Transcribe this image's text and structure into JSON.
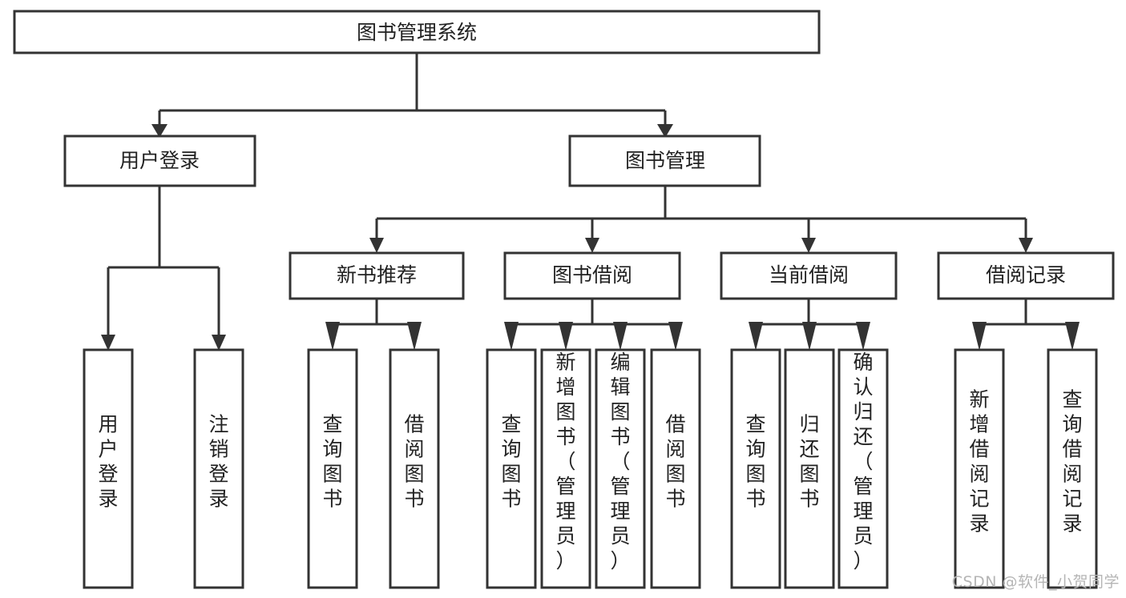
{
  "diagram": {
    "title": "图书管理系统",
    "type": "hierarchy-tree",
    "watermark": "CSDN @软件_小贺同学",
    "colors": {
      "stroke": "#333333",
      "fill": "#ffffff",
      "text": "#222222",
      "watermark": "#b5b5b5"
    },
    "levels": [
      {
        "level": 1,
        "nodes": [
          {
            "id": "root",
            "label": "图书管理系统",
            "orientation": "horizontal"
          }
        ]
      },
      {
        "level": 2,
        "nodes": [
          {
            "id": "login",
            "label": "用户登录",
            "orientation": "horizontal",
            "parent": "root"
          },
          {
            "id": "bookmgmt",
            "label": "图书管理",
            "orientation": "horizontal",
            "parent": "root"
          }
        ]
      },
      {
        "level": 3,
        "nodes": [
          {
            "id": "newbook",
            "label": "新书推荐",
            "orientation": "horizontal",
            "parent": "bookmgmt"
          },
          {
            "id": "borrow",
            "label": "图书借阅",
            "orientation": "horizontal",
            "parent": "bookmgmt"
          },
          {
            "id": "current",
            "label": "当前借阅",
            "orientation": "horizontal",
            "parent": "bookmgmt"
          },
          {
            "id": "records",
            "label": "借阅记录",
            "orientation": "horizontal",
            "parent": "bookmgmt"
          }
        ]
      },
      {
        "level": 4,
        "nodes": [
          {
            "id": "leaf1",
            "label": "用户登录",
            "orientation": "vertical",
            "parent": "login"
          },
          {
            "id": "leaf2",
            "label": "注销登录",
            "orientation": "vertical",
            "parent": "login"
          },
          {
            "id": "leaf3",
            "label": "查询图书",
            "orientation": "vertical",
            "parent": "newbook"
          },
          {
            "id": "leaf4",
            "label": "借阅图书",
            "orientation": "vertical",
            "parent": "newbook"
          },
          {
            "id": "leaf5",
            "label": "查询图书",
            "orientation": "vertical",
            "parent": "borrow"
          },
          {
            "id": "leaf6",
            "label": "新增图书（管理员）",
            "orientation": "vertical",
            "parent": "borrow"
          },
          {
            "id": "leaf7",
            "label": "编辑图书（管理员）",
            "orientation": "vertical",
            "parent": "borrow"
          },
          {
            "id": "leaf8",
            "label": "借阅图书",
            "orientation": "vertical",
            "parent": "borrow"
          },
          {
            "id": "leaf9",
            "label": "查询图书",
            "orientation": "vertical",
            "parent": "current"
          },
          {
            "id": "leaf10",
            "label": "归还图书",
            "orientation": "vertical",
            "parent": "current"
          },
          {
            "id": "leaf11",
            "label": "确认归还（管理员）",
            "orientation": "vertical",
            "parent": "current"
          },
          {
            "id": "leaf12",
            "label": "新增借阅记录",
            "orientation": "vertical",
            "parent": "records"
          },
          {
            "id": "leaf13",
            "label": "查询借阅记录",
            "orientation": "vertical",
            "parent": "records"
          }
        ]
      }
    ]
  }
}
